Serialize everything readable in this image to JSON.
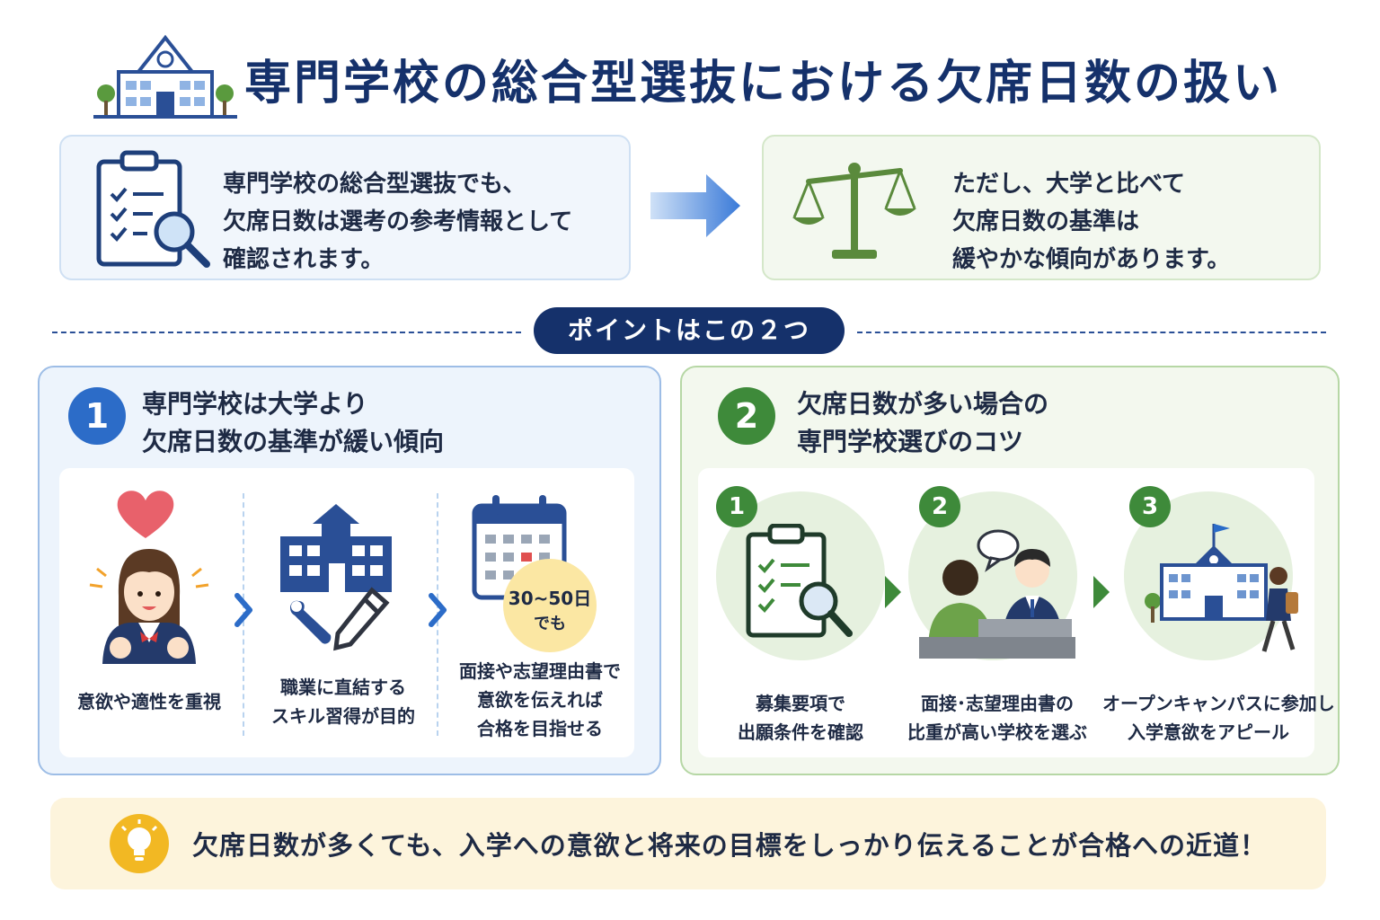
{
  "header": {
    "title": "専門学校の総合型選抜における欠席日数の扱い"
  },
  "intro_left": {
    "lines": [
      "専門学校の総合型選抜でも、",
      "欠席日数は選考の参考情報として",
      "確認されます。"
    ]
  },
  "intro_right": {
    "lines": [
      "ただし、大学と比べて",
      "欠席日数の基準は",
      "緩やかな傾向があります。"
    ]
  },
  "points_label": "ポイントはこの２つ",
  "point1": {
    "number": "1",
    "title_lines": [
      "専門学校は大学より",
      "欠席日数の基準が緩い傾向"
    ],
    "items": [
      {
        "caption_lines": [
          "意欲や適性を重視"
        ]
      },
      {
        "caption_lines": [
          "職業に直結する",
          "スキル習得が目的"
        ]
      },
      {
        "caption_lines": [
          "面接や志望理由書で",
          "意欲を伝えれば",
          "合格を目指せる"
        ]
      }
    ],
    "badge": {
      "line1": "30~50日",
      "line2": "でも"
    }
  },
  "point2": {
    "number": "2",
    "title_lines": [
      "欠席日数が多い場合の",
      "専門学校選びのコツ"
    ],
    "steps": [
      {
        "number": "1",
        "caption_lines": [
          "募集要項で",
          "出願条件を確認"
        ]
      },
      {
        "number": "2",
        "caption_lines": [
          "面接･志望理由書の",
          "比重が高い学校を選ぶ"
        ]
      },
      {
        "number": "3",
        "caption_lines": [
          "オープンキャンパスに参加し",
          "入学意欲をアピール"
        ]
      }
    ]
  },
  "footer": {
    "message": "欠席日数が多くても、入学への意欲と将来の目標をしっかり伝えることが合格への近道！"
  },
  "colors": {
    "navy": "#15316b",
    "blue": "#2c6cc8",
    "green": "#3e8a3a",
    "yellow": "#f2b823"
  },
  "icons": [
    "school-building-icon",
    "clipboard-magnifier-icon",
    "arrow-right-icon",
    "balance-scale-icon",
    "heart-icon",
    "student-girl-icon",
    "school-tools-icon",
    "calendar-icon",
    "chevron-right-icon",
    "interview-icon",
    "school-walker-icon",
    "lightbulb-icon"
  ]
}
